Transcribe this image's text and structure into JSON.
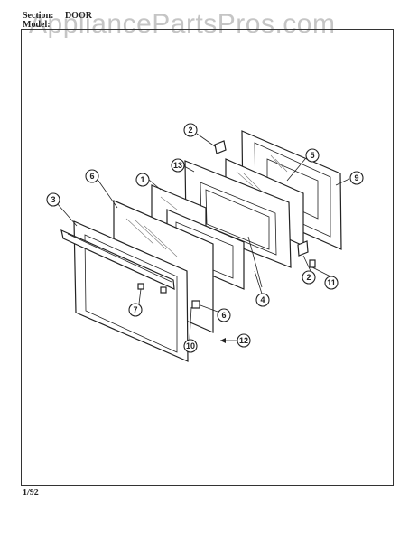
{
  "header": {
    "section_label": "Section:",
    "section_value": "DOOR",
    "model_label": "Model:"
  },
  "watermark": "AppliancePartsPros.com",
  "footer": {
    "date_code": "1/92"
  },
  "callouts": [
    {
      "id": "c1",
      "number": "1"
    },
    {
      "id": "c2a",
      "number": "2"
    },
    {
      "id": "c2b",
      "number": "2"
    },
    {
      "id": "c3",
      "number": "3"
    },
    {
      "id": "c4",
      "number": "4"
    },
    {
      "id": "c5",
      "number": "5"
    },
    {
      "id": "c6a",
      "number": "6"
    },
    {
      "id": "c6b",
      "number": "6"
    },
    {
      "id": "c7",
      "number": "7"
    },
    {
      "id": "c9",
      "number": "9"
    },
    {
      "id": "c10",
      "number": "10"
    },
    {
      "id": "c11",
      "number": "11"
    },
    {
      "id": "c12",
      "number": "12"
    },
    {
      "id": "c13",
      "number": "13"
    }
  ]
}
